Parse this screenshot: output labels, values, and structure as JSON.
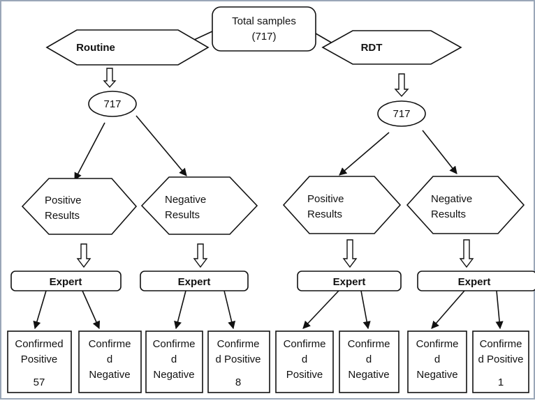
{
  "total": {
    "line1": "Total samples",
    "line2": "(717)"
  },
  "routine": {
    "label": "Routine",
    "count": "717",
    "positive": {
      "line1": "Positive",
      "line2": "Results"
    },
    "negative": {
      "line1": "Negative",
      "line2": "Results"
    },
    "expert_pos": "Expert",
    "expert_neg": "Expert",
    "boxes": [
      {
        "lines": [
          "Confirmed",
          "Positive",
          "57"
        ]
      },
      {
        "lines": [
          "Confirme",
          "d",
          "Negative"
        ]
      },
      {
        "lines": [
          "Confirme",
          "d",
          "Negative"
        ]
      },
      {
        "lines": [
          "Confirme",
          "d Positive",
          "8"
        ]
      }
    ]
  },
  "rdt": {
    "label": "RDT",
    "count": "717",
    "positive": {
      "line1": "Positive",
      "line2": "Results"
    },
    "negative": {
      "line1": "Negative",
      "line2": "Results"
    },
    "expert_pos": "Expert",
    "expert_neg": "Expert",
    "boxes": [
      {
        "lines": [
          "Confirme",
          "d",
          "Positive"
        ]
      },
      {
        "lines": [
          "Confirme",
          "d",
          "Negative"
        ]
      },
      {
        "lines": [
          "Confirme",
          "d",
          "Negative"
        ]
      },
      {
        "lines": [
          "Confirme",
          "d Positive",
          "1"
        ]
      }
    ]
  }
}
